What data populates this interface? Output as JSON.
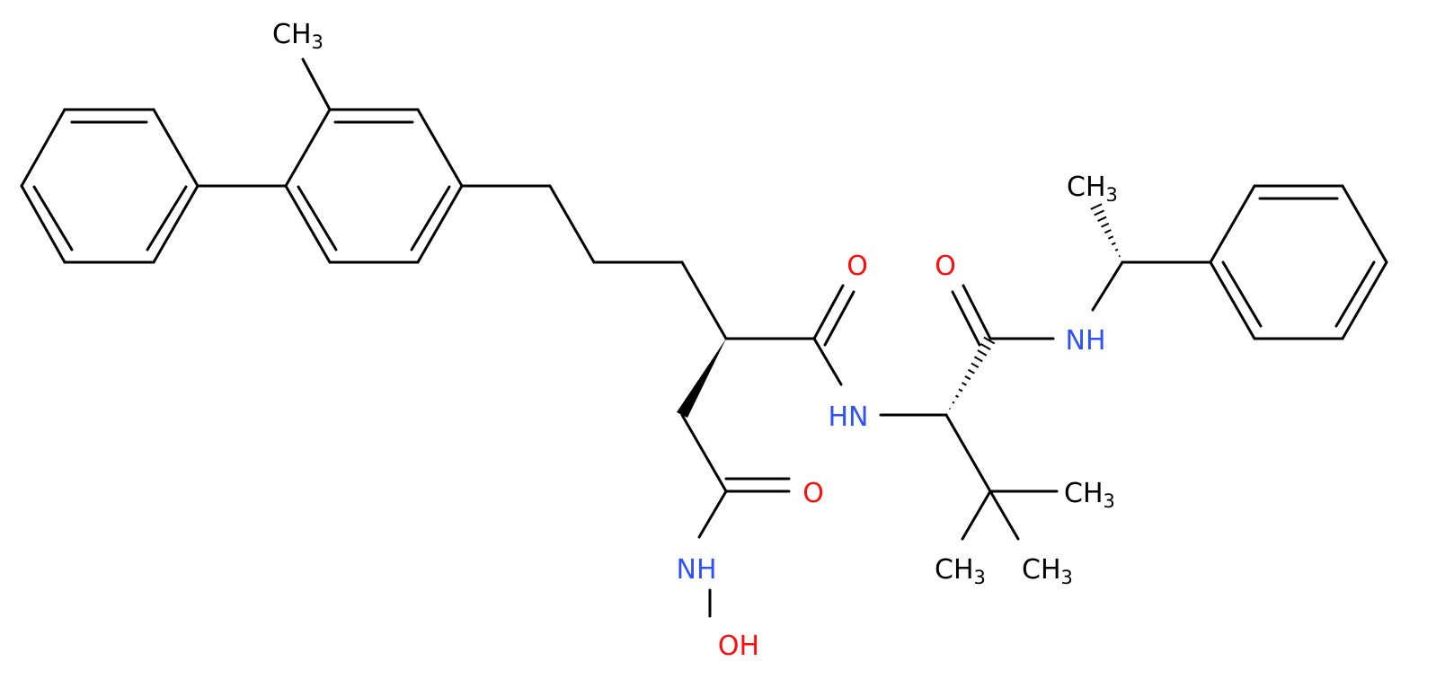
{
  "atom_labels": {
    "ch3_top": {
      "main": "CH",
      "sub": "3"
    },
    "o_amide1": "O",
    "o_amide2": "O",
    "nh_right": "NH",
    "ch3_stereo": {
      "main": "CH",
      "sub": "3"
    },
    "hn_mid": "HN",
    "o_hydroxamic": "O",
    "nh_hydroxamic": "NH",
    "oh": "OH",
    "ch3_right": {
      "main": "CH",
      "sub": "3"
    },
    "ch3_bottom_left": {
      "main": "CH",
      "sub": "3"
    },
    "ch3_bottom_right": {
      "main": "CH",
      "sub": "3"
    }
  },
  "colors": {
    "bond": "#000000",
    "oxygen": "#ff0d0d",
    "nitrogen": "#3050f8",
    "carbon": "#000000"
  }
}
